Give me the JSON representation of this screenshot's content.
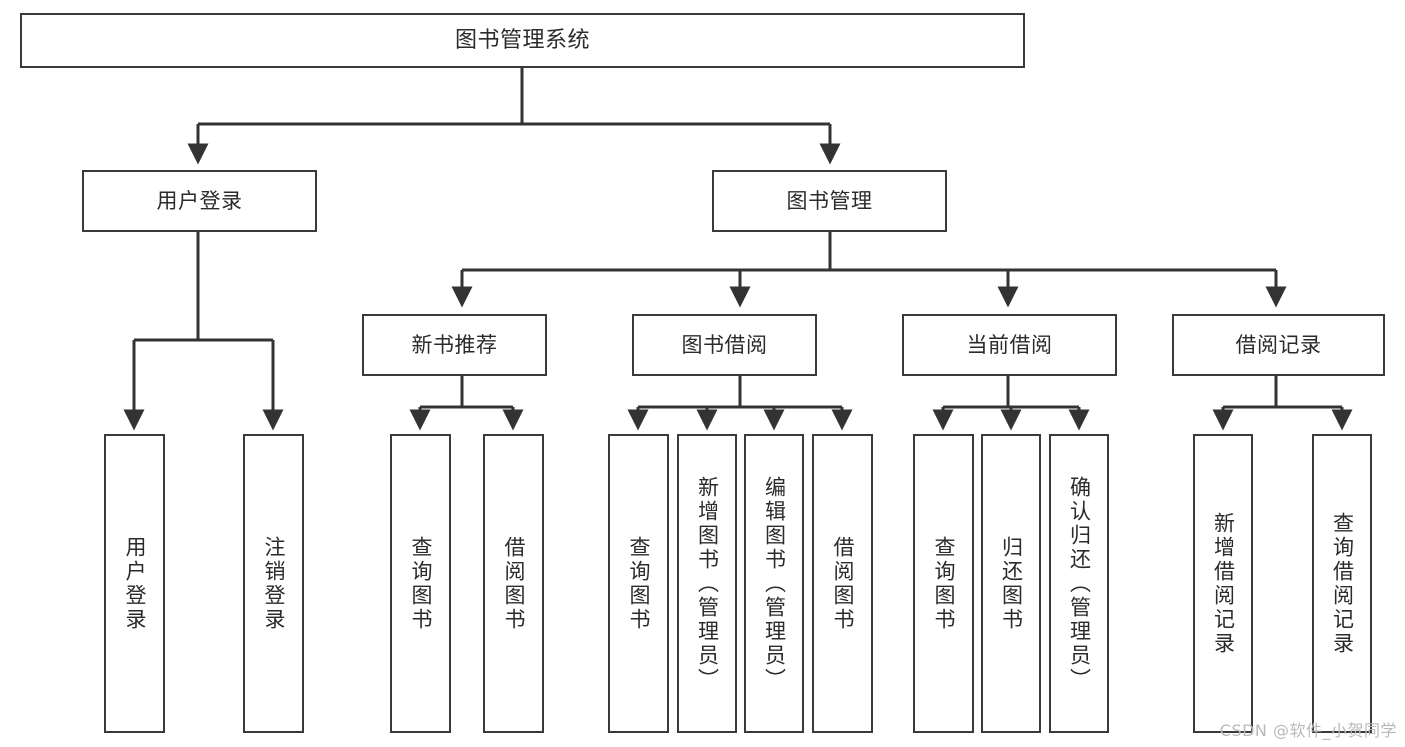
{
  "diagram": {
    "title": "图书管理系统",
    "type": "tree-hierarchy-chart",
    "watermark": "CSDN @软件_小贺同学",
    "colors": {
      "box_border": "#3a3a3a",
      "box_fill": "#ffffff",
      "connector": "#333333",
      "text": "#2b2b2b",
      "watermark": "#b9b9b9",
      "background": "#ffffff"
    },
    "levels": {
      "root": "图书管理系统",
      "level2": [
        "用户登录",
        "图书管理"
      ],
      "level3": [
        "新书推荐",
        "图书借阅",
        "当前借阅",
        "借阅记录"
      ]
    },
    "nodes": {
      "root": {
        "label": "图书管理系统"
      },
      "user_login": {
        "label": "用户登录"
      },
      "book_manage": {
        "label": "图书管理"
      },
      "new_book_rec": {
        "label": "新书推荐"
      },
      "book_borrow": {
        "label": "图书借阅"
      },
      "current_borrow": {
        "label": "当前借阅"
      },
      "borrow_record": {
        "label": "借阅记录"
      },
      "leaf_user_login": {
        "label": "用户登录"
      },
      "leaf_logout": {
        "label": "注销登录"
      },
      "leaf_query_book_a": {
        "label": "查询图书"
      },
      "leaf_borrow_book_a": {
        "label": "借阅图书"
      },
      "leaf_query_book_b": {
        "label": "查询图书"
      },
      "leaf_add_book": {
        "label": "新增图书（管理员）"
      },
      "leaf_edit_book": {
        "label": "编辑图书（管理员）"
      },
      "leaf_borrow_book_b": {
        "label": "借阅图书"
      },
      "leaf_query_book_c": {
        "label": "查询图书"
      },
      "leaf_return_book": {
        "label": "归还图书"
      },
      "leaf_confirm_return": {
        "label": "确认归还（管理员）"
      },
      "leaf_add_record": {
        "label": "新增借阅记录"
      },
      "leaf_query_record": {
        "label": "查询借阅记录"
      }
    }
  }
}
